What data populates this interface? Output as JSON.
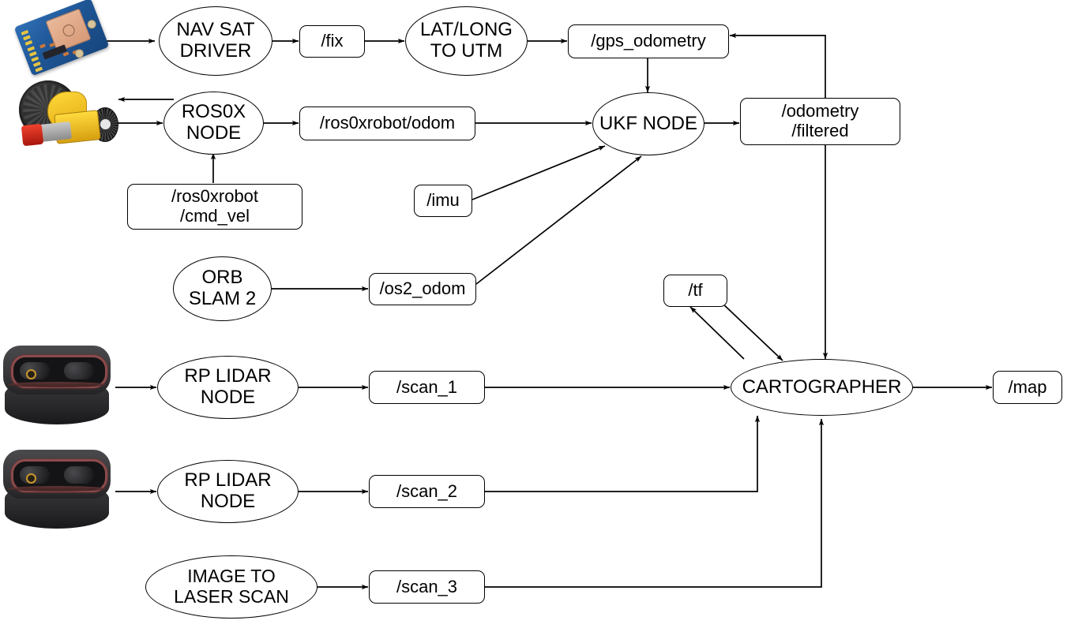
{
  "diagram": {
    "title": "ROS navigation and SLAM node graph",
    "background_color": "#ffffff",
    "line_color": "#000000",
    "node_fill": "#ffffff"
  },
  "devices": [
    {
      "id": "gps-module",
      "label": "gps-module-photo"
    },
    {
      "id": "wheel-motor",
      "label": "wheel-motor-photo"
    },
    {
      "id": "rplidar-1",
      "label": "rplidar-photo"
    },
    {
      "id": "rplidar-2",
      "label": "rplidar-photo"
    }
  ],
  "nodes": [
    {
      "id": "nav-sat-driver",
      "shape": "ellipse",
      "label": "NAV SAT\nDRIVER"
    },
    {
      "id": "lat-long-to-utm",
      "shape": "ellipse",
      "label": "LAT/LONG\nTO UTM"
    },
    {
      "id": "ros0x-node",
      "shape": "ellipse",
      "label": "ROS0X\nNODE"
    },
    {
      "id": "ukf-node",
      "shape": "ellipse",
      "label": "UKF NODE"
    },
    {
      "id": "orb-slam-2",
      "shape": "ellipse",
      "label": "ORB\nSLAM 2"
    },
    {
      "id": "rp-lidar-node-1",
      "shape": "ellipse",
      "label": "RP LIDAR\nNODE"
    },
    {
      "id": "rp-lidar-node-2",
      "shape": "ellipse",
      "label": "RP LIDAR\nNODE"
    },
    {
      "id": "image-to-laser-scan",
      "shape": "ellipse",
      "label": "IMAGE TO\nLASER SCAN"
    },
    {
      "id": "cartographer",
      "shape": "ellipse",
      "label": "CARTOGRAPHER"
    }
  ],
  "topics": [
    {
      "id": "fix",
      "shape": "rounded-box",
      "label": "/fix"
    },
    {
      "id": "gps-odometry",
      "shape": "rounded-box",
      "label": "/gps_odometry"
    },
    {
      "id": "ros0xrobot-odom",
      "shape": "rounded-box",
      "label": "/ros0xrobot/odom"
    },
    {
      "id": "odometry-filtered",
      "shape": "rounded-box",
      "label": "/odometry\n/filtered"
    },
    {
      "id": "ros0xrobot-cmd-vel",
      "shape": "rounded-box",
      "label": "/ros0xrobot\n/cmd_vel"
    },
    {
      "id": "imu",
      "shape": "rounded-box",
      "label": "/imu"
    },
    {
      "id": "os2-odom",
      "shape": "rounded-box",
      "label": "/os2_odom"
    },
    {
      "id": "tf",
      "shape": "rounded-box",
      "label": "/tf"
    },
    {
      "id": "scan-1",
      "shape": "rounded-box",
      "label": "/scan_1"
    },
    {
      "id": "scan-2",
      "shape": "rounded-box",
      "label": "/scan_2"
    },
    {
      "id": "scan-3",
      "shape": "rounded-box",
      "label": "/scan_3"
    },
    {
      "id": "map",
      "shape": "rounded-box",
      "label": "/map"
    }
  ],
  "edges": [
    {
      "from": "gps-module",
      "to": "nav-sat-driver",
      "arrow": "single"
    },
    {
      "from": "nav-sat-driver",
      "to": "fix",
      "arrow": "single"
    },
    {
      "from": "fix",
      "to": "lat-long-to-utm",
      "arrow": "single"
    },
    {
      "from": "lat-long-to-utm",
      "to": "gps-odometry",
      "arrow": "single"
    },
    {
      "from": "odometry-filtered",
      "to": "gps-odometry",
      "arrow": "single"
    },
    {
      "from": "gps-odometry",
      "to": "ukf-node",
      "arrow": "single"
    },
    {
      "from": "wheel-motor",
      "to": "ros0x-node",
      "arrow": "single"
    },
    {
      "from": "ros0x-node",
      "to": "wheel-motor",
      "arrow": "single"
    },
    {
      "from": "ros0xrobot-cmd-vel",
      "to": "ros0x-node",
      "arrow": "single"
    },
    {
      "from": "ros0x-node",
      "to": "ros0xrobot-odom",
      "arrow": "single"
    },
    {
      "from": "ros0xrobot-odom",
      "to": "ukf-node",
      "arrow": "single"
    },
    {
      "from": "imu",
      "to": "ukf-node",
      "arrow": "single"
    },
    {
      "from": "os2-odom",
      "to": "ukf-node",
      "arrow": "single"
    },
    {
      "from": "orb-slam-2",
      "to": "os2-odom",
      "arrow": "single"
    },
    {
      "from": "ukf-node",
      "to": "odometry-filtered",
      "arrow": "single"
    },
    {
      "from": "odometry-filtered",
      "to": "cartographer",
      "arrow": "single"
    },
    {
      "from": "tf",
      "to": "cartographer",
      "arrow": "single"
    },
    {
      "from": "cartographer",
      "to": "tf",
      "arrow": "single"
    },
    {
      "from": "rplidar-1",
      "to": "rp-lidar-node-1",
      "arrow": "single"
    },
    {
      "from": "rp-lidar-node-1",
      "to": "scan-1",
      "arrow": "single"
    },
    {
      "from": "scan-1",
      "to": "cartographer",
      "arrow": "single"
    },
    {
      "from": "rplidar-2",
      "to": "rp-lidar-node-2",
      "arrow": "single"
    },
    {
      "from": "rp-lidar-node-2",
      "to": "scan-2",
      "arrow": "single"
    },
    {
      "from": "scan-2",
      "to": "cartographer",
      "arrow": "single"
    },
    {
      "from": "image-to-laser-scan",
      "to": "scan-3",
      "arrow": "single"
    },
    {
      "from": "scan-3",
      "to": "cartographer",
      "arrow": "single"
    },
    {
      "from": "cartographer",
      "to": "map",
      "arrow": "single"
    }
  ]
}
